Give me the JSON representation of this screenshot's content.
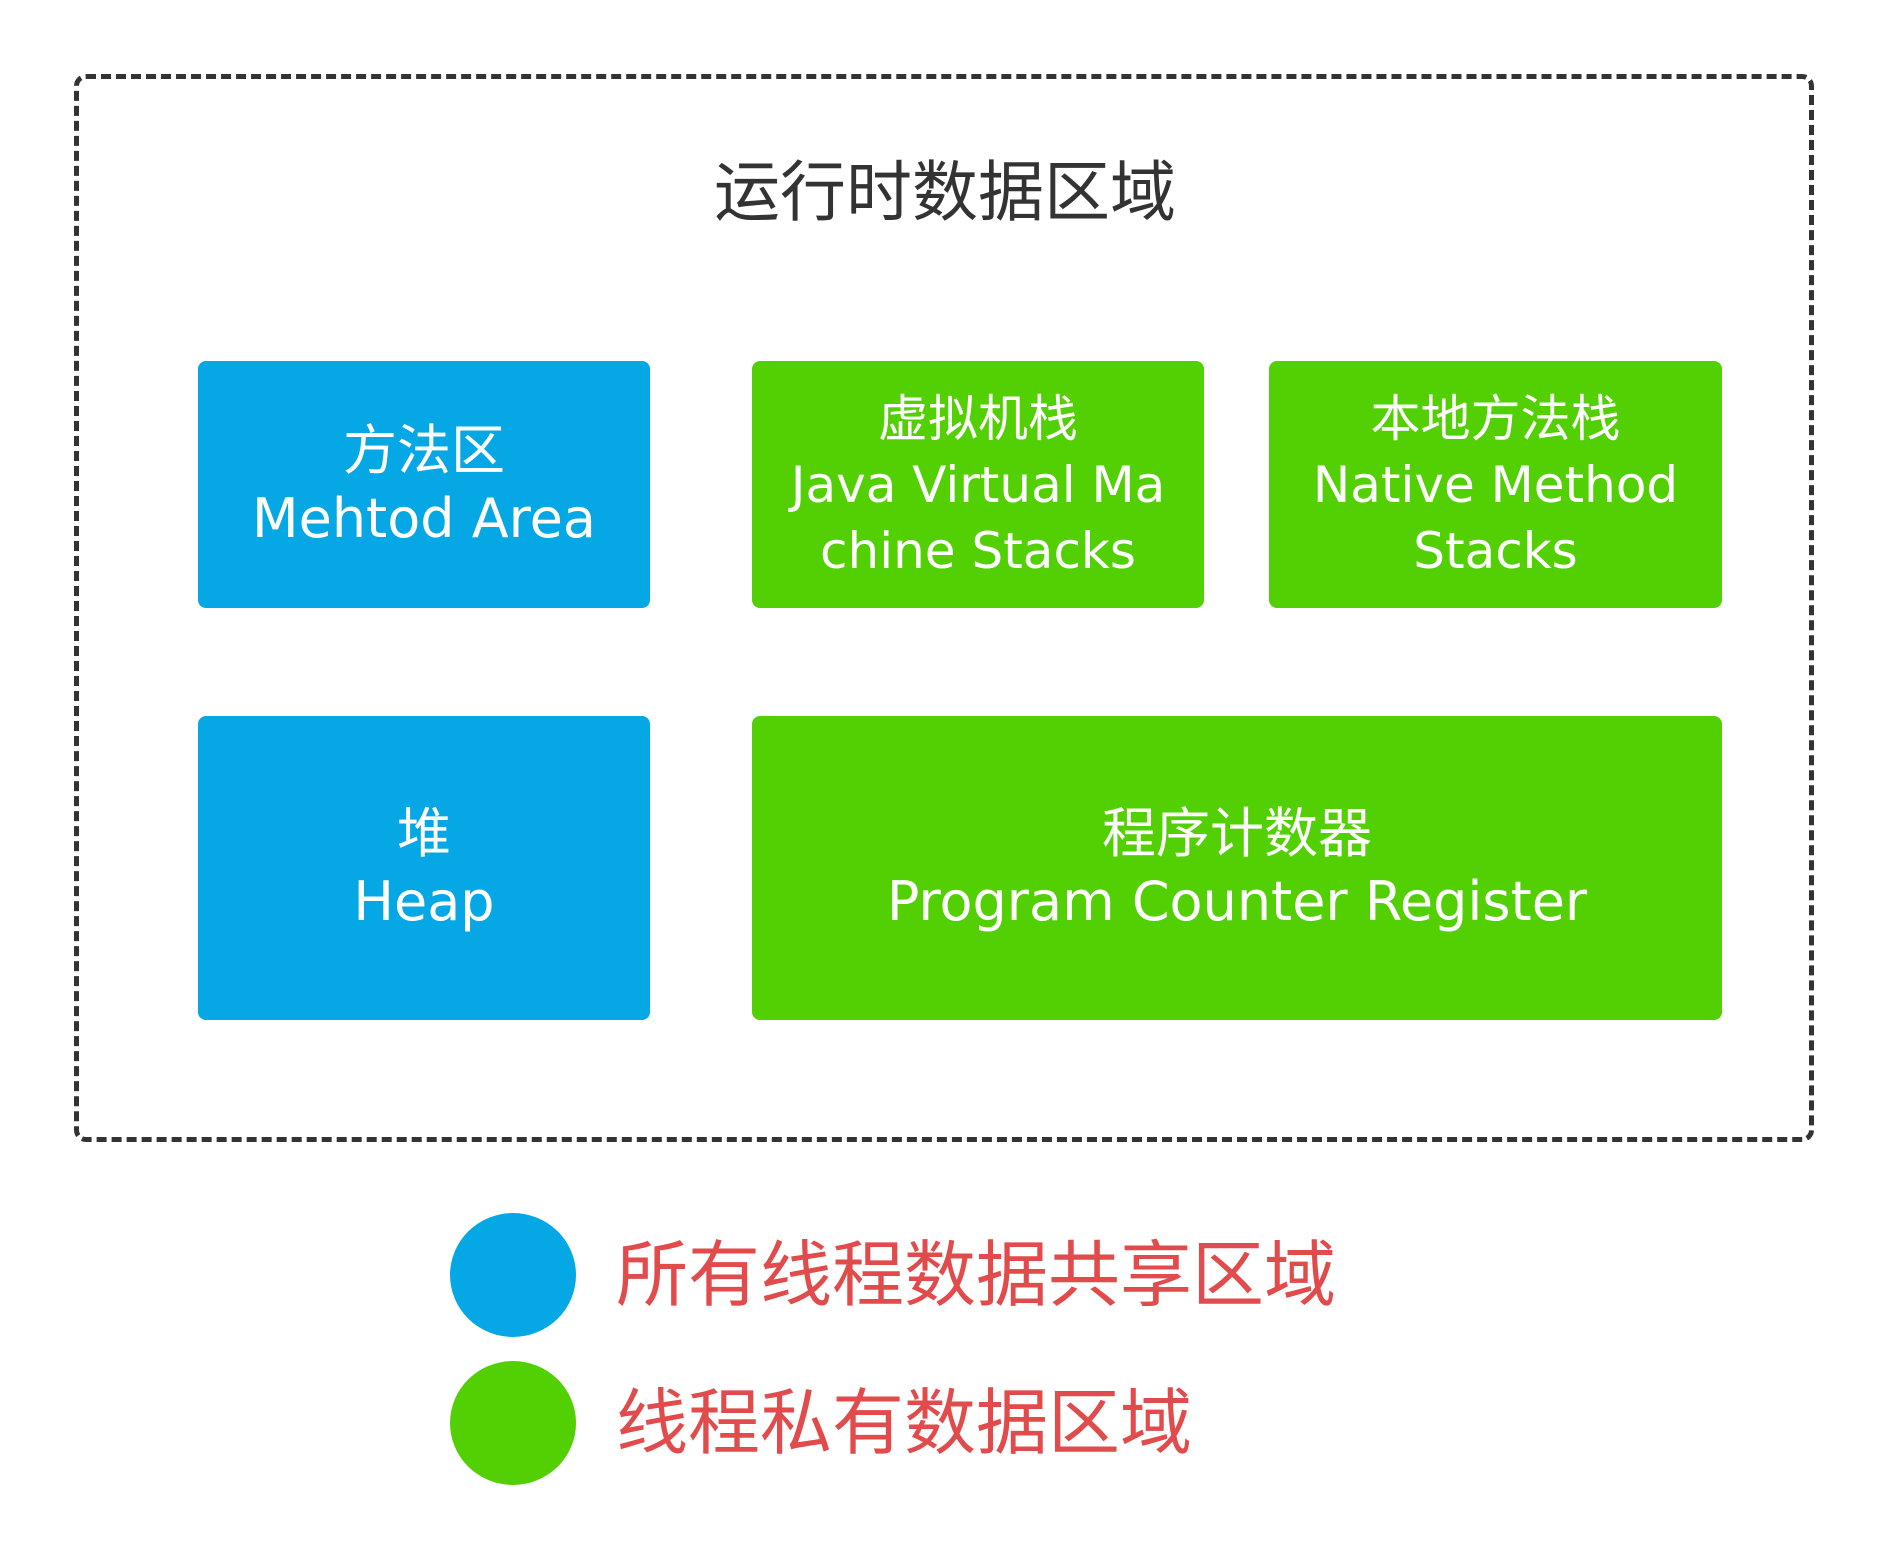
{
  "title": "运行时数据区域",
  "colors": {
    "shared": "#05a8e4",
    "private": "#52d003",
    "legend_text": "#e24b4b"
  },
  "regions": {
    "method_area": {
      "zh": "方法区",
      "en": "Mehtod Area"
    },
    "jvm_stacks": {
      "zh": "虚拟机栈",
      "en_line1": "Java Virtual Ma",
      "en_line2": "chine Stacks"
    },
    "native_stacks": {
      "zh": "本地方法栈",
      "en_line1": "Native Method",
      "en_line2": "Stacks"
    },
    "heap": {
      "zh": "堆",
      "en": "Heap"
    },
    "pc_register": {
      "zh": "程序计数器",
      "en": "Program Counter Register"
    }
  },
  "legend": [
    {
      "label": "所有线程数据共享区域",
      "color": "#05a8e4"
    },
    {
      "label": "线程私有数据区域",
      "color": "#52d003"
    }
  ]
}
